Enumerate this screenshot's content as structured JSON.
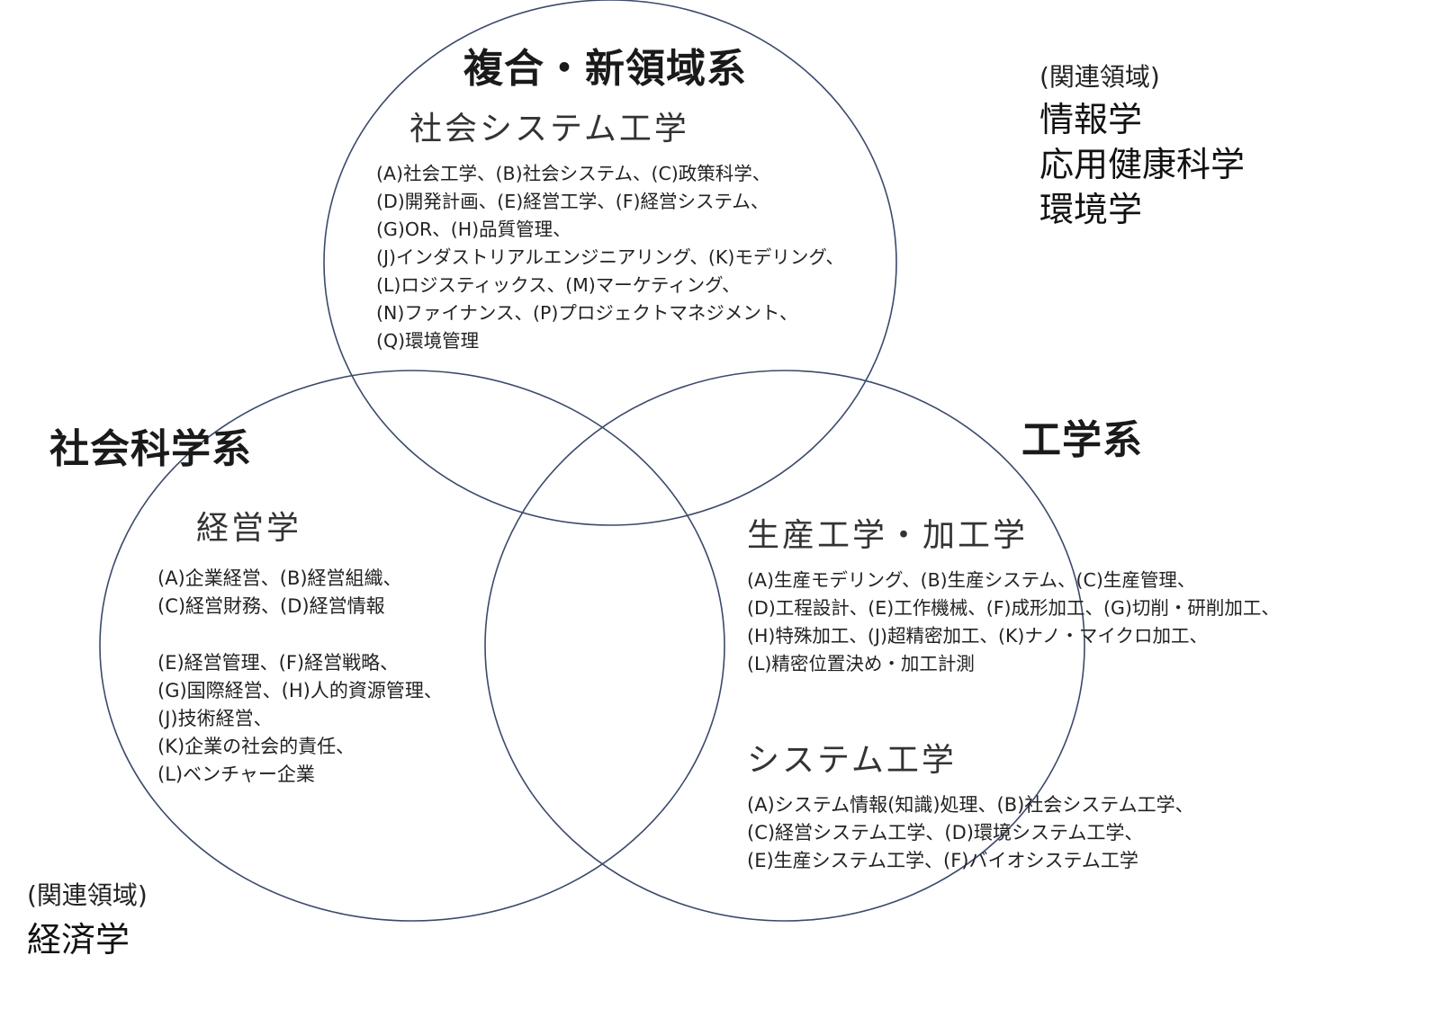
{
  "categories": {
    "top": "複合・新領域系",
    "left": "社会科学系",
    "right": "工学系"
  },
  "top_circle": {
    "field": "社会システム工学",
    "items": [
      "(A)社会工学、(B)社会システム、(C)政策科学、",
      "(D)開発計画、(E)経営工学、(F)経営システム、",
      "(G)OR、(H)品質管理、",
      "(J)インダストリアルエンジニアリング、(K)モデリング、",
      "(L)ロジスティックス、(M)マーケティング、",
      "(N)ファイナンス、(P)プロジェクトマネジメント、",
      "(Q)環境管理"
    ]
  },
  "left_circle": {
    "field": "経営学",
    "items_a": [
      "(A)企業経営、(B)経営組織、",
      "(C)経営財務、(D)経営情報"
    ],
    "items_b": [
      "(E)経営管理、(F)経営戦略、",
      "(G)国際経営、(H)人的資源管理、",
      "(J)技術経営、",
      "(K)企業の社会的責任、",
      "(L)ベンチャー企業"
    ]
  },
  "right_circle": {
    "field_1": "生産工学・加工学",
    "items_1": [
      "(A)生産モデリング、(B)生産システム、(C)生産管理、",
      "(D)工程設計、(E)工作機械、(F)成形加工、(G)切削・研削加工、",
      "(H)特殊加工、(J)超精密加工、(K)ナノ・マイクロ加工、",
      "(L)精密位置決め・加工計測"
    ],
    "field_2": "システム工学",
    "items_2": [
      "(A)システム情報(知識)処理、(B)社会システム工学、",
      "(C)経営システム工学、(D)環境システム工学、",
      "(E)生産システム工学、(F)バイオシステム工学"
    ]
  },
  "related_top_right": {
    "heading": "(関連領域)",
    "items": [
      "情報学",
      "応用健康科学",
      "環境学"
    ]
  },
  "related_bottom_left": {
    "heading": "(関連領域)",
    "items": [
      "経済学"
    ]
  },
  "colors": {
    "circle_stroke": "#3b4a6b",
    "text": "#1a1a1a"
  }
}
